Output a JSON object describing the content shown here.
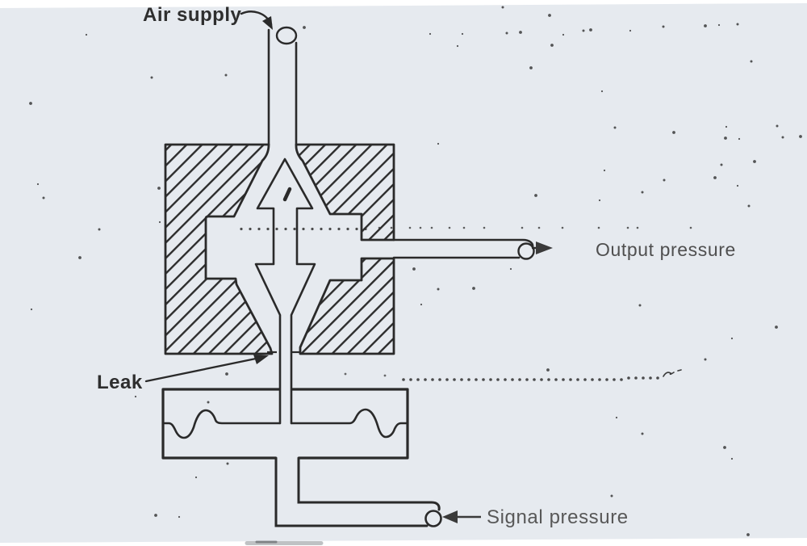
{
  "figure": {
    "kind": "pneumatic-valve-cross-section",
    "labels": {
      "air_supply": "Air supply",
      "output_pressure": "Output pressure",
      "leak": "Leak",
      "signal_pressure": "Signal pressure"
    },
    "colors": {
      "ink": "#2b2b2b",
      "ink_soft": "#4f4f4f",
      "paper": "#e9edf1",
      "background": "#ffffff"
    }
  }
}
